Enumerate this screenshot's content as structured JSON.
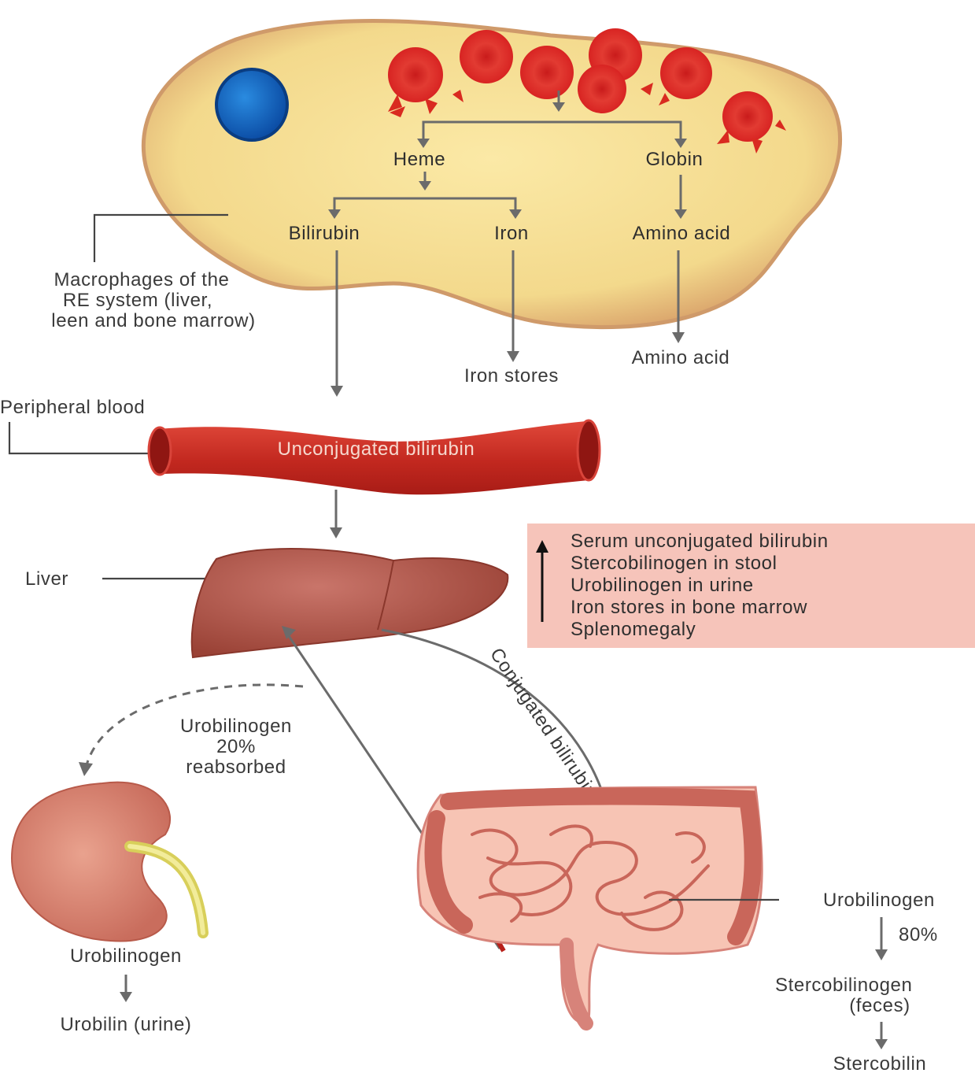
{
  "macrophage": {
    "heme": "Heme",
    "globin": "Globin",
    "bilirubin": "Bilirubin",
    "iron": "Iron",
    "amino_acid": "Amino acid",
    "label_line1": "Macrophages of the",
    "label_line2": "RE system (liver,",
    "label_line3": "leen and bone marrow)"
  },
  "outside": {
    "iron_stores": "Iron stores",
    "amino_acid": "Amino acid"
  },
  "blood": {
    "label": "Peripheral blood",
    "vessel_text": "Unconjugated bilirubin"
  },
  "liver": {
    "label": "Liver"
  },
  "findings": {
    "items": [
      "Serum unconjugated bilirubin",
      "Stercobilinogen in stool",
      "Urobilinogen in urine",
      "Iron stores in bone marrow",
      "Splenomegaly"
    ]
  },
  "conjugated": "Conjugated bilirubin",
  "reabsorption": {
    "line1": "Urobilinogen",
    "line2": "20%",
    "line3": "reabsorbed"
  },
  "kidney": {
    "urobilinogen": "Urobilinogen",
    "urobilin": "Urobilin (urine)"
  },
  "intestine": {
    "urobilinogen": "Urobilinogen",
    "percent": "80%",
    "stercobilinogen": "Stercobilinogen",
    "feces": "(feces)",
    "stercobilin": "Stercobilin"
  }
}
